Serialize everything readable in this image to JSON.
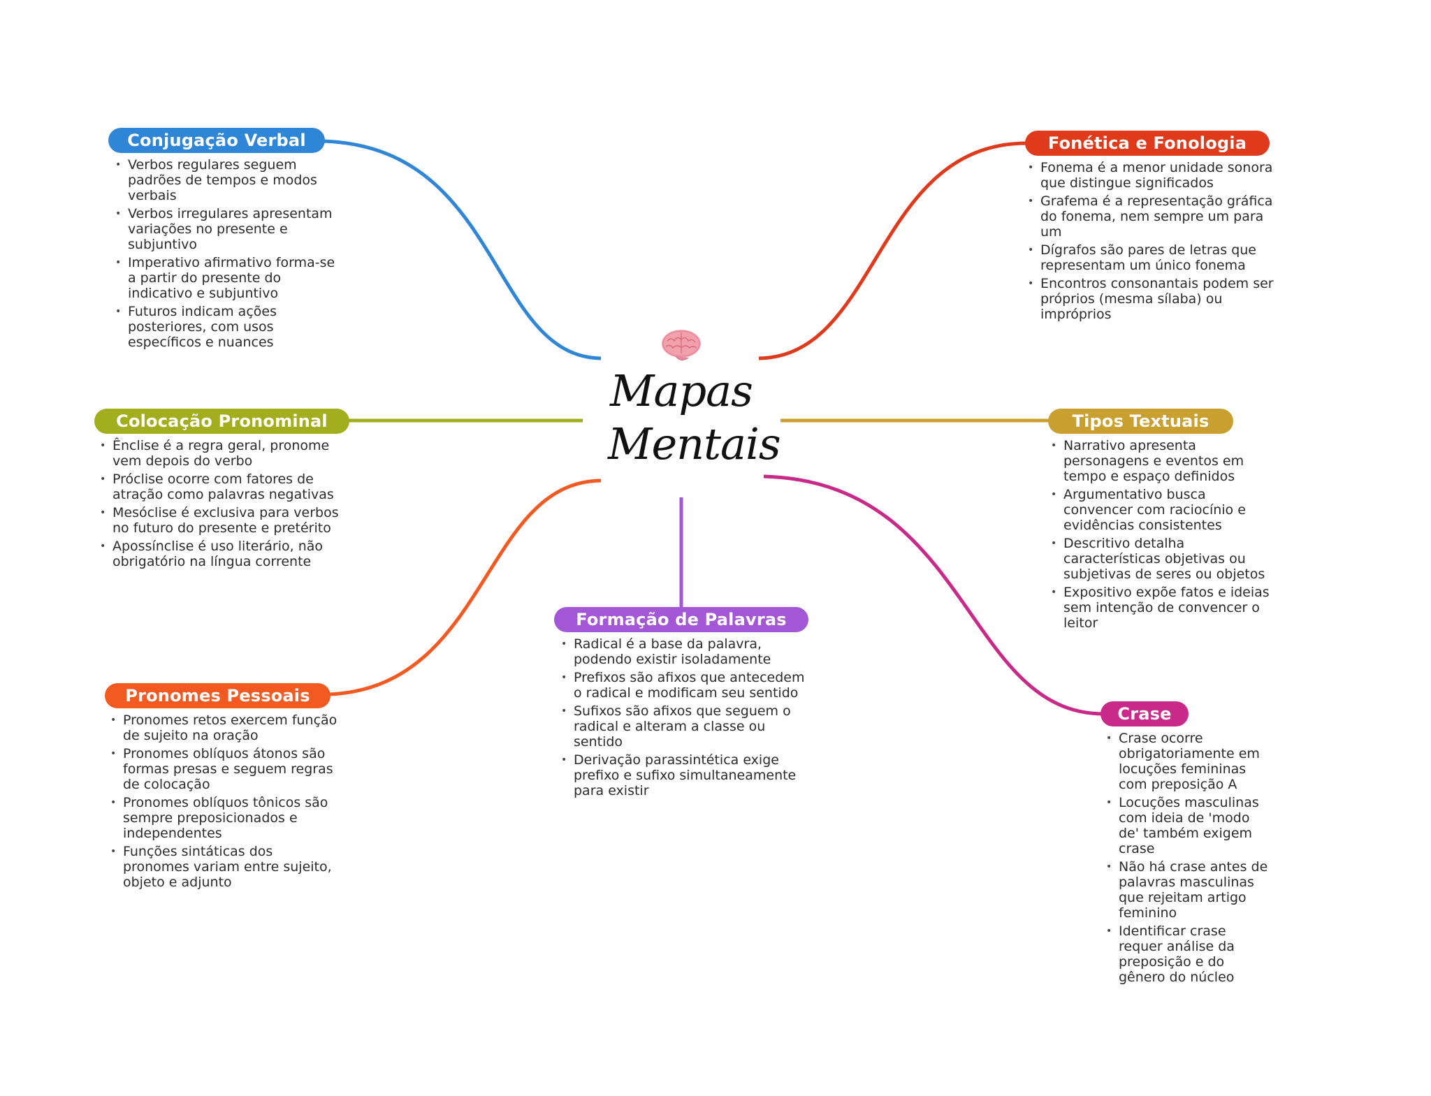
{
  "central": {
    "icon": "brain-icon",
    "title_line1": "Mapas",
    "title_line2": "Mentais"
  },
  "branches": [
    {
      "title": "Conjugação Verbal",
      "color": "#2F86D6",
      "items": [
        "Verbos regulares seguem padrões de tempos e modos verbais",
        "Verbos irregulares apresentam variações no presente e subjuntivo",
        "Imperativo afirmativo forma-se a partir do presente do indicativo e subjuntivo",
        "Futuros indicam ações posteriores, com usos específicos e nuances"
      ]
    },
    {
      "title": "Fonética e Fonologia",
      "color": "#E03A1C",
      "items": [
        "Fonema é a menor unidade sonora que distingue significados",
        "Grafema é a representação gráfica do fonema, nem sempre um para um",
        "Dígrafos são pares de letras que representam um único fonema",
        "Encontros consonantais podem ser próprios (mesma sílaba) ou impróprios"
      ]
    },
    {
      "title": "Colocação Pronominal",
      "color": "#A3AE1E",
      "items": [
        "Ênclise é a regra geral, pronome vem depois do verbo",
        "Próclise ocorre com fatores de atração como palavras negativas",
        "Mesóclise é exclusiva para verbos no futuro do presente e pretérito",
        "Apossínclise é uso literário, não obrigatório na língua corrente"
      ]
    },
    {
      "title": "Tipos Textuais",
      "color": "#C9A030",
      "items": [
        "Narrativo apresenta personagens e eventos em tempo e espaço definidos",
        "Argumentativo busca convencer com raciocínio e evidências consistentes",
        "Descritivo detalha características objetivas ou subjetivas de seres ou objetos",
        "Expositivo expõe fatos e ideias sem intenção de convencer o leitor"
      ]
    },
    {
      "title": "Pronomes Pessoais",
      "color": "#F25A22",
      "items": [
        "Pronomes retos exercem função de sujeito na oração",
        "Pronomes oblíquos átonos são formas presas e seguem regras de colocação",
        "Pronomes oblíquos tônicos são sempre preposicionados e independentes",
        "Funções sintáticas dos pronomes variam entre sujeito, objeto e adjunto"
      ]
    },
    {
      "title": "Formação de Palavras",
      "color": "#A357D6",
      "items": [
        "Radical é a base da palavra, podendo existir isoladamente",
        "Prefixos são afixos que antecedem o radical e modificam seu sentido",
        "Sufixos são afixos que seguem o radical e alteram a classe ou sentido",
        "Derivação parassintética exige prefixo e sufixo simultaneamente para existir"
      ]
    },
    {
      "title": "Crase",
      "color": "#C92A8A",
      "items": [
        "Crase ocorre obrigatoriamente em locuções femininas com preposição A",
        "Locuções masculinas com ideia de 'modo de' também exigem crase",
        "Não há crase antes de palavras masculinas que rejeitam artigo feminino",
        "Identificar crase requer análise da preposição e do gênero do núcleo"
      ]
    }
  ]
}
